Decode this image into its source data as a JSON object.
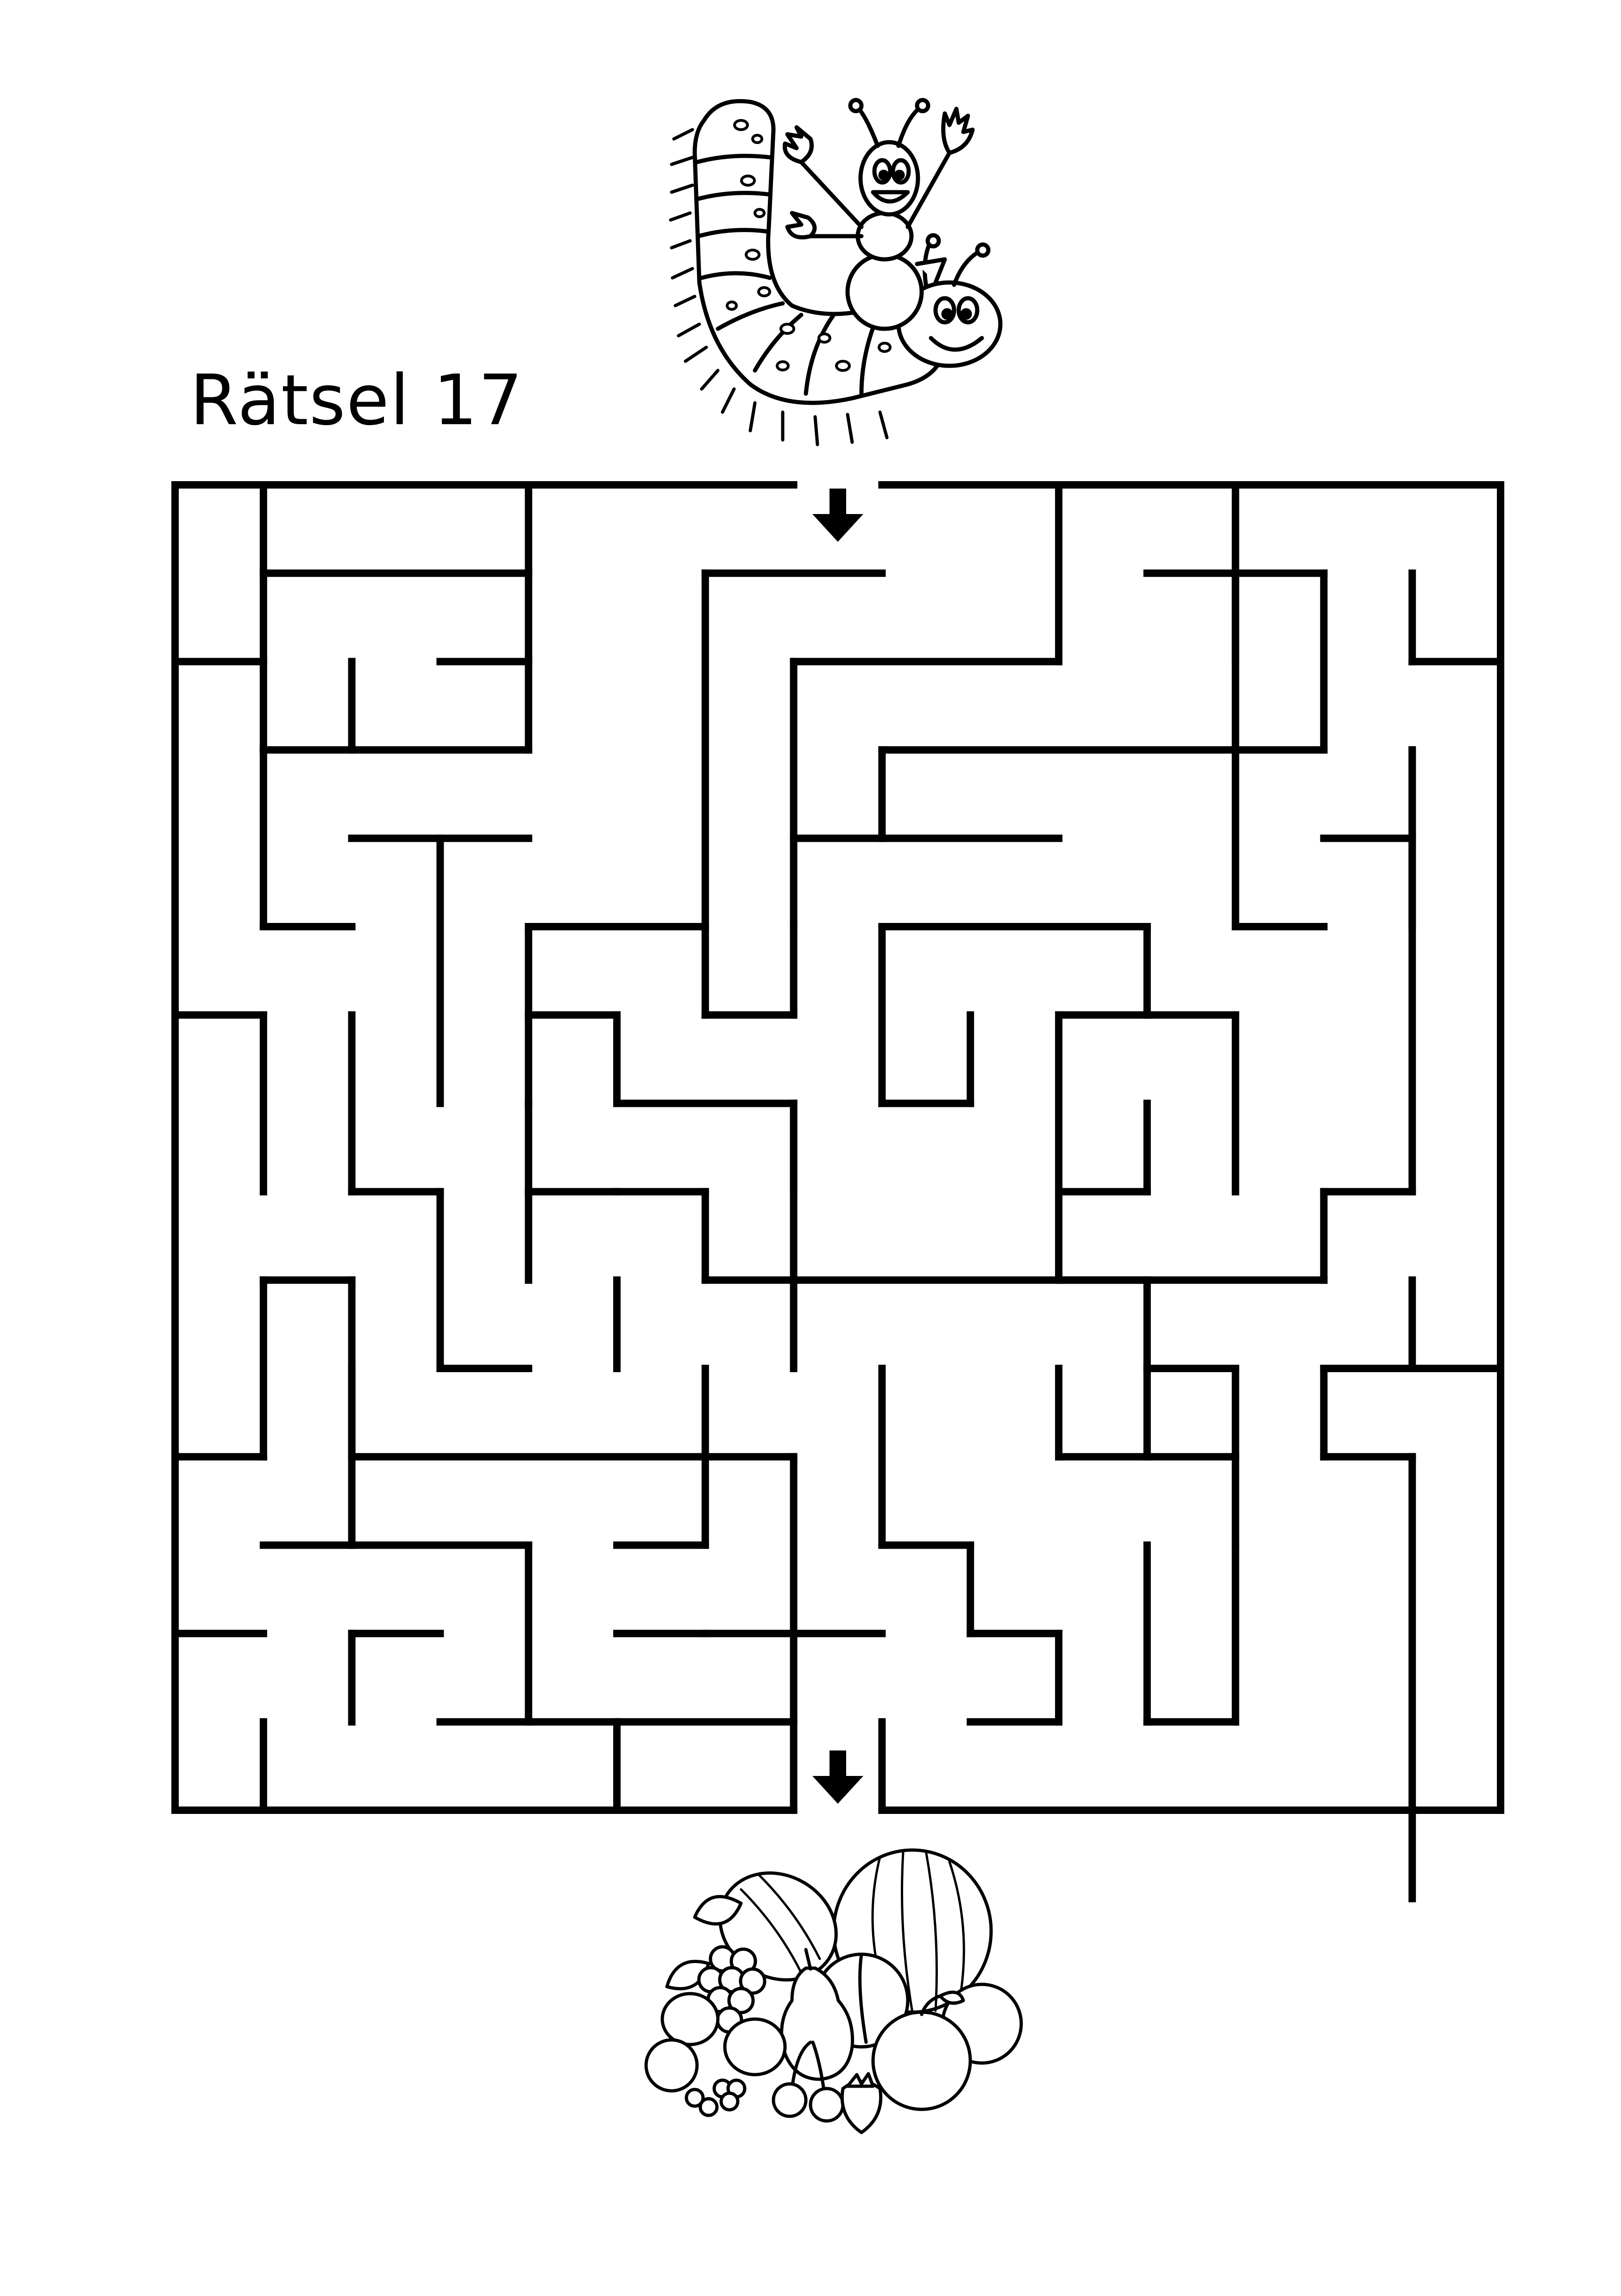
{
  "page": {
    "title": "Rätsel 17"
  },
  "maze": {
    "columns": 15,
    "rows": 15,
    "entrance": "top",
    "exit": "bottom",
    "wall_color": "#000000",
    "start_marker": "arrow-down-icon",
    "finish_marker": "arrow-down-icon"
  },
  "illustrations": {
    "top": "caterpillar-with-ant-icon",
    "bottom": "fruit-basket-icon"
  }
}
